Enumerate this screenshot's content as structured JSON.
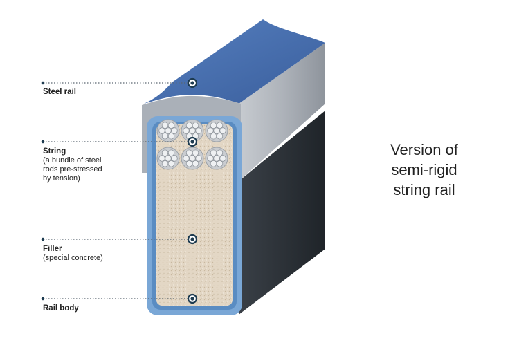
{
  "labels": [
    {
      "title": "Steel rail",
      "desc": []
    },
    {
      "title": "String",
      "desc": [
        "(a bundle of steel",
        "rods pre-stressed",
        "by tension)"
      ]
    },
    {
      "title": "Filler",
      "desc": [
        "(special concrete)"
      ]
    },
    {
      "title": "Rail body",
      "desc": []
    }
  ],
  "headline": [
    "Version of",
    "semi-rigid",
    "string rail"
  ],
  "colors": {
    "rail_top": "#4a73b5",
    "rail_top_dark": "#3f63a0",
    "steel_grey": "#b7bcc3",
    "body_dark": "#2b3036",
    "body_outline": "#6f9ecf",
    "filler": "#e2d6c4",
    "pointer_dot": "#1d3b50",
    "dotted_line": "#5a6670"
  }
}
